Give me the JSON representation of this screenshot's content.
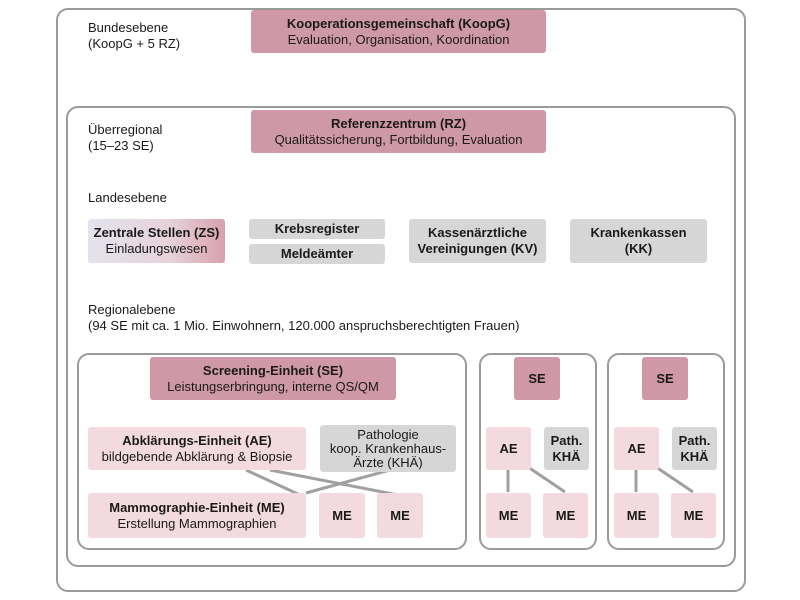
{
  "levels": {
    "bund_title": "Bundesebene",
    "bund_sub": "(KoopG + 5 RZ)",
    "ueber_title": "Überregional",
    "ueber_sub": "(15–23 SE)",
    "land_title": "Landesebene",
    "region_title": "Regionalebene",
    "region_sub": "(94 SE mit ca. 1 Mio. Einwohnern, 120.000 anspruchsberechtigten Frauen)"
  },
  "koopg": {
    "title": "Kooperationsgemeinschaft (KoopG)",
    "sub": "Evaluation, Organisation, Koordination"
  },
  "rz": {
    "title": "Referenzzentrum (RZ)",
    "sub": "Qualitätssicherung, Fortbildung, Evaluation"
  },
  "landes": {
    "zs_title": "Zentrale Stellen (ZS)",
    "zs_sub": "Einladungswesen",
    "krebsregister": "Krebsregister",
    "meldeaemter": "Meldeämter",
    "kv_line1": "Kassenärztliche",
    "kv_line2": "Vereinigungen (KV)",
    "kk_line1": "Krankenkassen",
    "kk_line2": "(KK)"
  },
  "main_se": {
    "se_title": "Screening-Einheit (SE)",
    "se_sub": "Leistungserbringung, interne QS/QM",
    "ae_title": "Abklärungs-Einheit (AE)",
    "ae_sub": "bildgebende Abklärung & Biopsie",
    "path_line1": "Pathologie",
    "path_line2": "koop. Krankenhaus-",
    "path_line3": "Ärzte (KHÄ)",
    "me_title": "Mammographie-Einheit (ME)",
    "me_sub": "Erstellung Mammographien",
    "me1": "ME",
    "me2": "ME"
  },
  "small_se_1": {
    "se": "SE",
    "ae": "AE",
    "path_line1": "Path.",
    "path_line2": "KHÄ",
    "me1": "ME",
    "me2": "ME"
  },
  "small_se_2": {
    "se": "SE",
    "ae": "AE",
    "path_line1": "Path.",
    "path_line2": "KHÄ",
    "me1": "ME",
    "me2": "ME"
  }
}
